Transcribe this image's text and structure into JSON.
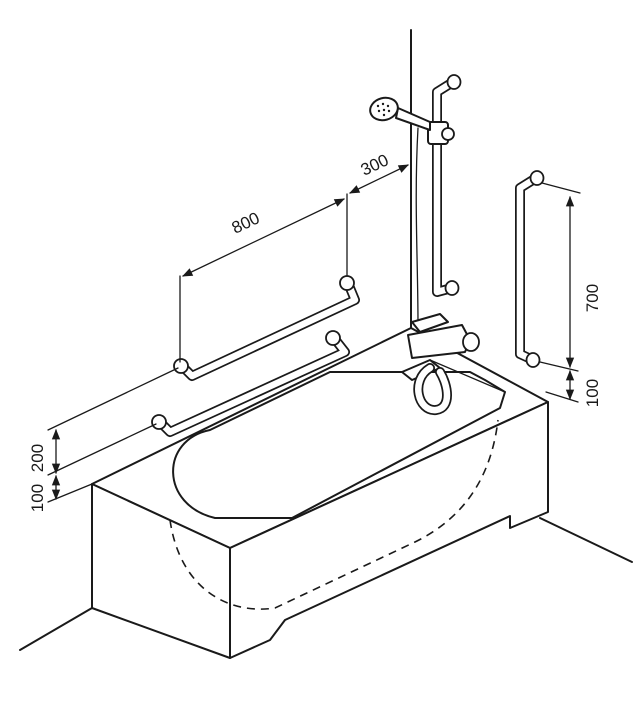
{
  "dimensions": {
    "rail_length": "800",
    "offset_from_wall": "300",
    "vertical_rail_length": "700",
    "vertical_rail_height": "100",
    "horizontal_rail_spacing": "200",
    "horizontal_rail_height": "100"
  },
  "colors": {
    "line": "#1a1a1a",
    "background": "#ffffff"
  }
}
